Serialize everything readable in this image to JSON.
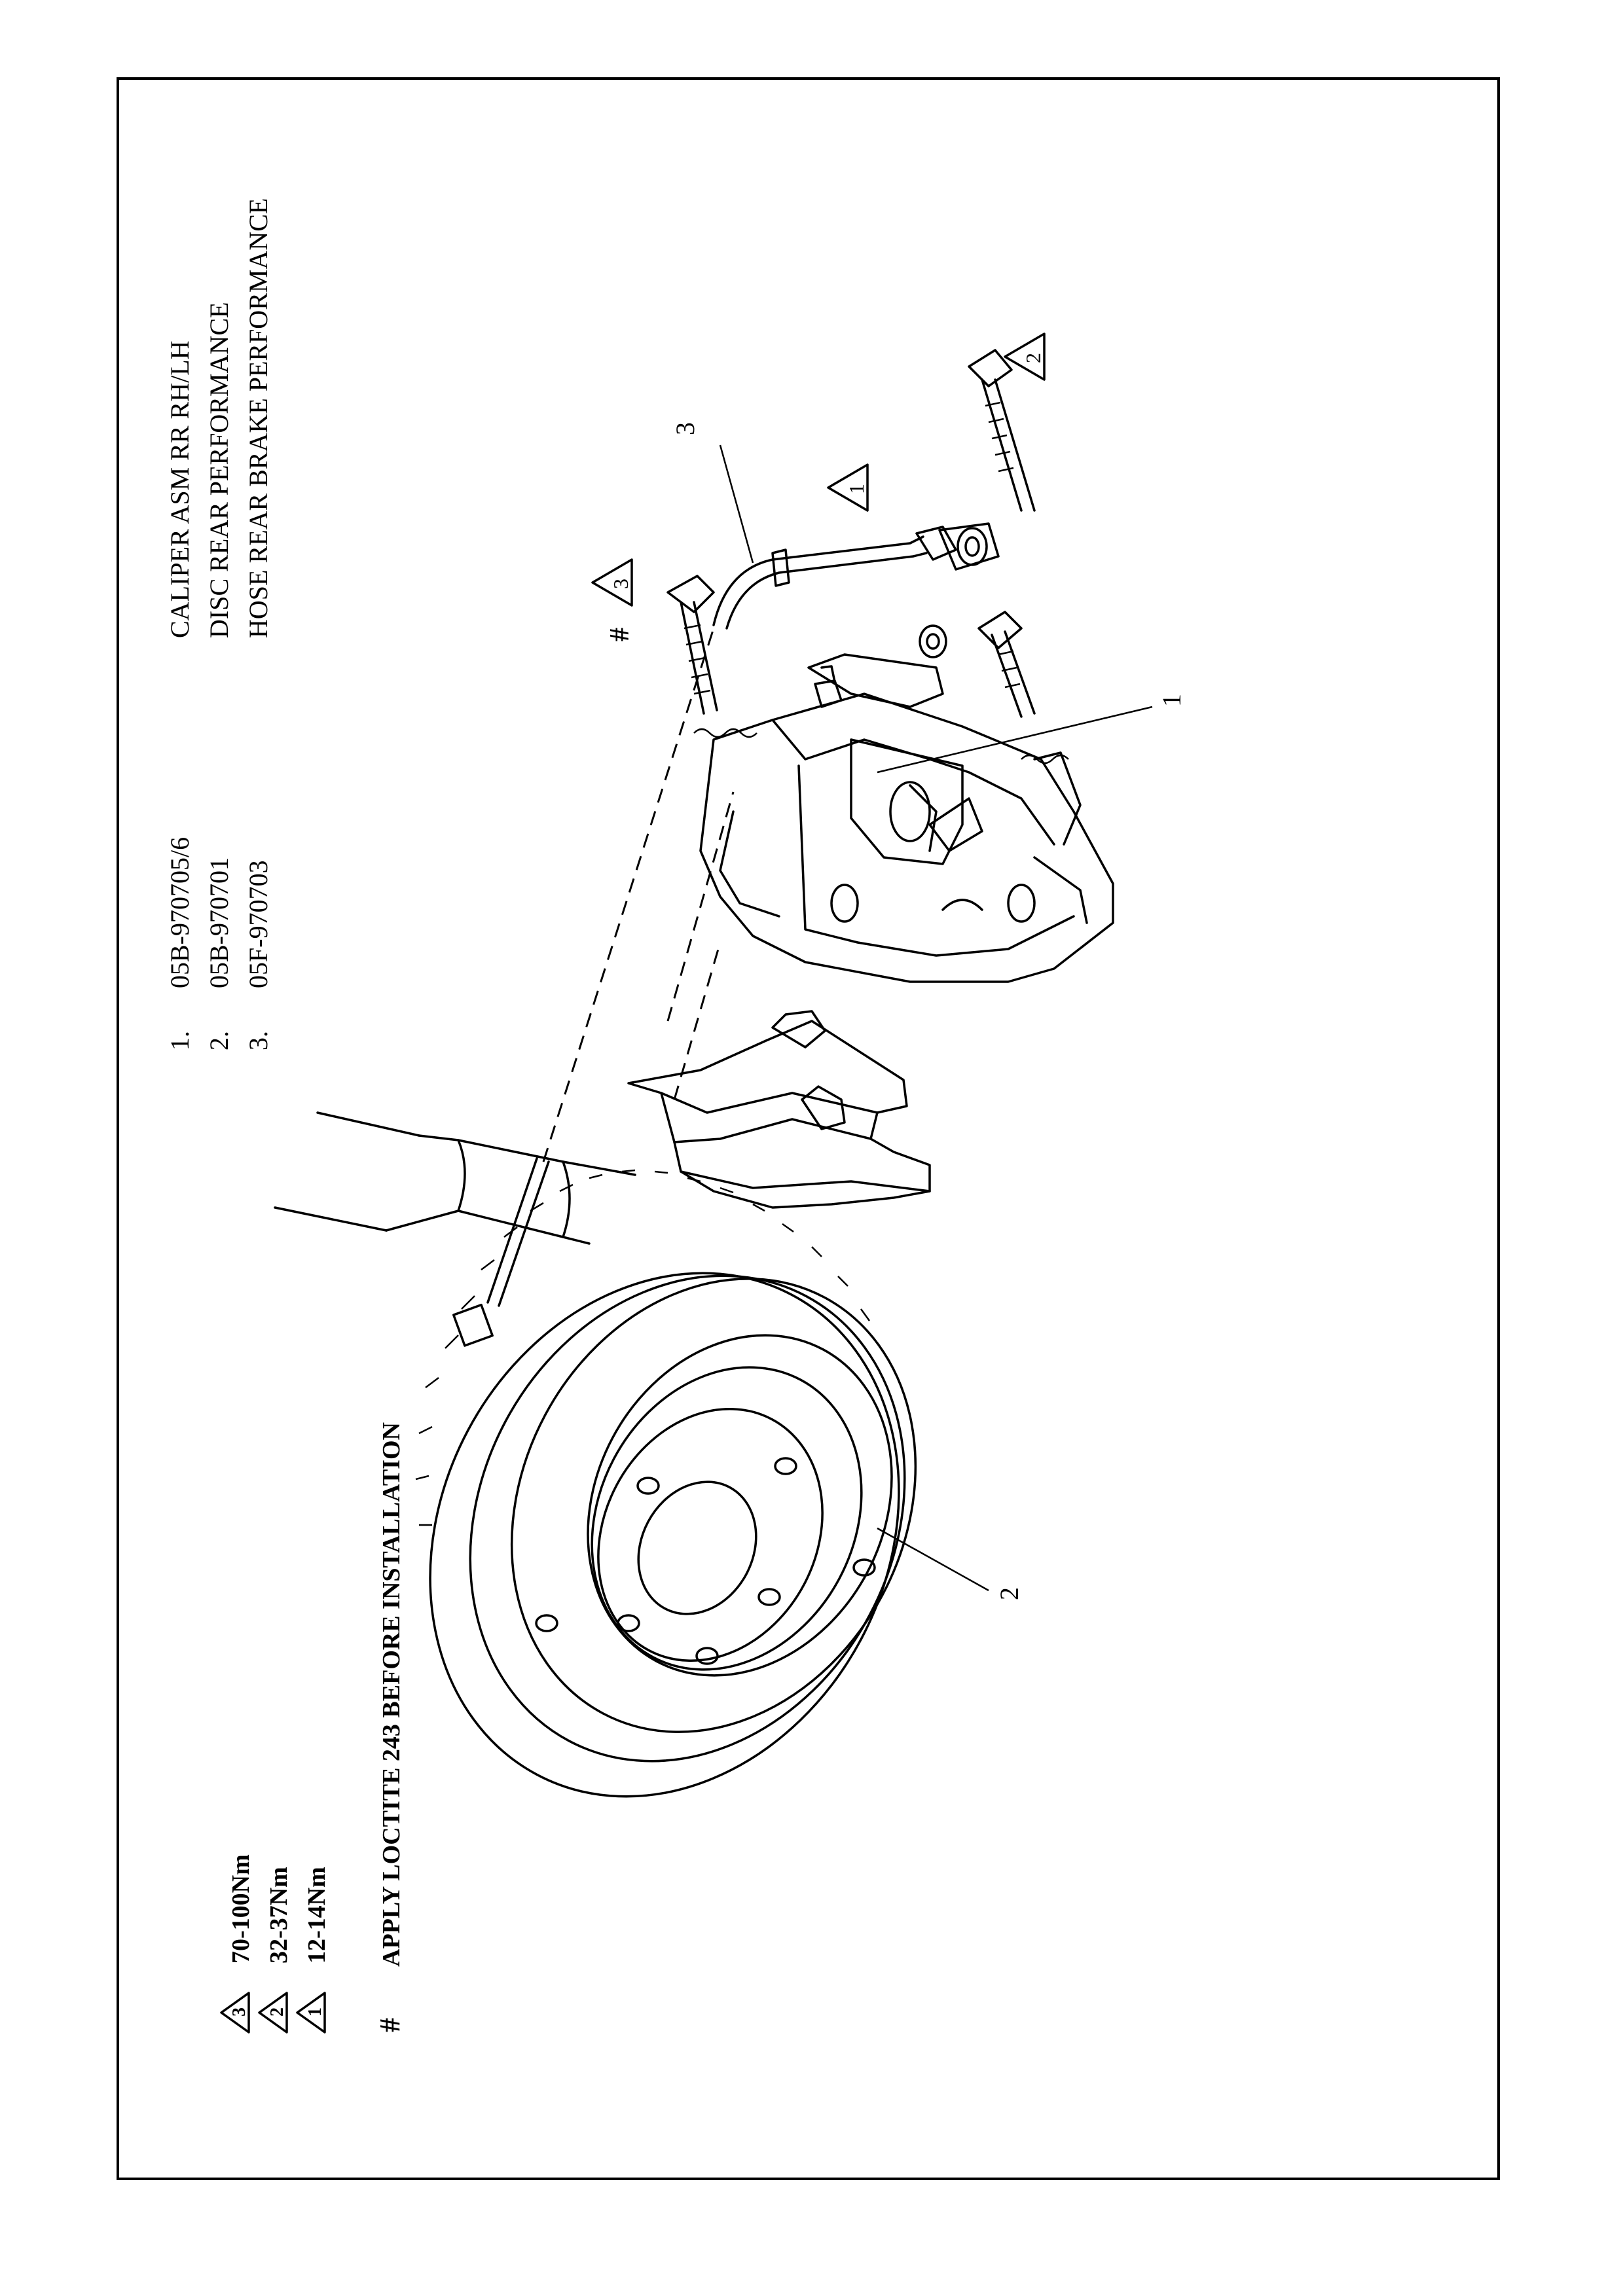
{
  "parts_list": [
    {
      "num": "1.",
      "part_no": "05B-970705/6",
      "desc": "CALIPER ASM RR RH/LH"
    },
    {
      "num": "2.",
      "part_no": "05B-970701",
      "desc": "DISC REAR PERFORMANCE"
    },
    {
      "num": "3.",
      "part_no": "05F-970703",
      "desc": "HOSE REAR BRAKE PERFORMANCE"
    }
  ],
  "callouts": {
    "caliper": "1",
    "disc": "2",
    "hose": "3",
    "hash": "#",
    "torque_1": "1",
    "torque_2": "2",
    "torque_3": "3"
  },
  "legend": [
    {
      "mark": "3",
      "text": "70-100Nm"
    },
    {
      "mark": "2",
      "text": "32-37Nm"
    },
    {
      "mark": "1",
      "text": "12-14Nm"
    }
  ],
  "note": {
    "mark": "#",
    "text": "APPLY LOCTITE 243 BEFORE INSTALLATION"
  }
}
